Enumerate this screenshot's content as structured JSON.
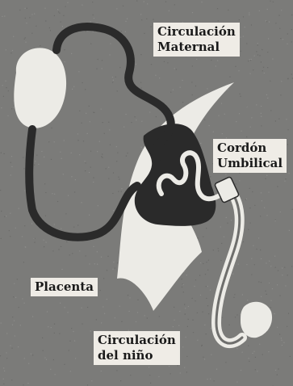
{
  "labels": {
    "maternal_circulation": [
      "Circulación",
      "Maternal"
    ],
    "umbilical_cord": [
      "Cordón",
      "Umbilical"
    ],
    "placenta": "Placenta",
    "child_circulation": [
      "Circulación",
      "del niño"
    ]
  },
  "colors": {
    "background": "#7b7b79",
    "light_shape": "#ecebe6",
    "dark_vessel": "#2a2a2a",
    "label_background": "#efece6",
    "text": "#1a1a1a"
  }
}
